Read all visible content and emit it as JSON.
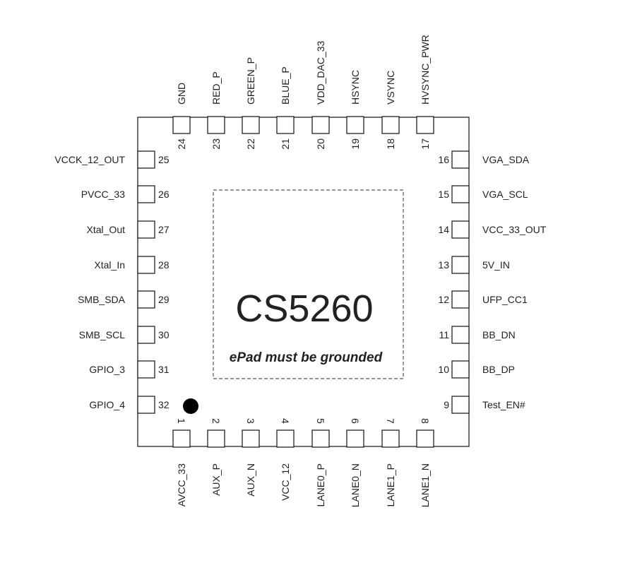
{
  "chip": {
    "name": "CS5260",
    "epad_note": "ePad must be grounded"
  },
  "pins": {
    "left": [
      {
        "num": "25",
        "label": "VCCK_12_OUT"
      },
      {
        "num": "26",
        "label": "PVCC_33"
      },
      {
        "num": "27",
        "label": "Xtal_Out"
      },
      {
        "num": "28",
        "label": "Xtal_In"
      },
      {
        "num": "29",
        "label": "SMB_SDA"
      },
      {
        "num": "30",
        "label": "SMB_SCL"
      },
      {
        "num": "31",
        "label": "GPIO_3"
      },
      {
        "num": "32",
        "label": "GPIO_4"
      }
    ],
    "right": [
      {
        "num": "16",
        "label": "VGA_SDA"
      },
      {
        "num": "15",
        "label": "VGA_SCL"
      },
      {
        "num": "14",
        "label": "VCC_33_OUT"
      },
      {
        "num": "13",
        "label": "5V_IN"
      },
      {
        "num": "12",
        "label": "UFP_CC1"
      },
      {
        "num": "11",
        "label": "BB_DN"
      },
      {
        "num": "10",
        "label": "BB_DP"
      },
      {
        "num": "9",
        "label": "Test_EN#"
      }
    ],
    "top": [
      {
        "num": "24",
        "label": "GND"
      },
      {
        "num": "23",
        "label": "RED_P"
      },
      {
        "num": "22",
        "label": "GREEN_P"
      },
      {
        "num": "21",
        "label": "BLUE_P"
      },
      {
        "num": "20",
        "label": "VDD_DAC_33"
      },
      {
        "num": "19",
        "label": "HSYNC"
      },
      {
        "num": "18",
        "label": "VSYNC"
      },
      {
        "num": "17",
        "label": "HVSYNC_PWR"
      }
    ],
    "bottom": [
      {
        "num": "1",
        "label": "AVCC_33"
      },
      {
        "num": "2",
        "label": "AUX_P"
      },
      {
        "num": "3",
        "label": "AUX_N"
      },
      {
        "num": "4",
        "label": "VCC_12"
      },
      {
        "num": "5",
        "label": "LANE0_P"
      },
      {
        "num": "6",
        "label": "LANE0_N"
      },
      {
        "num": "7",
        "label": "LANE1_P"
      },
      {
        "num": "8",
        "label": "LANE1_N"
      }
    ]
  }
}
